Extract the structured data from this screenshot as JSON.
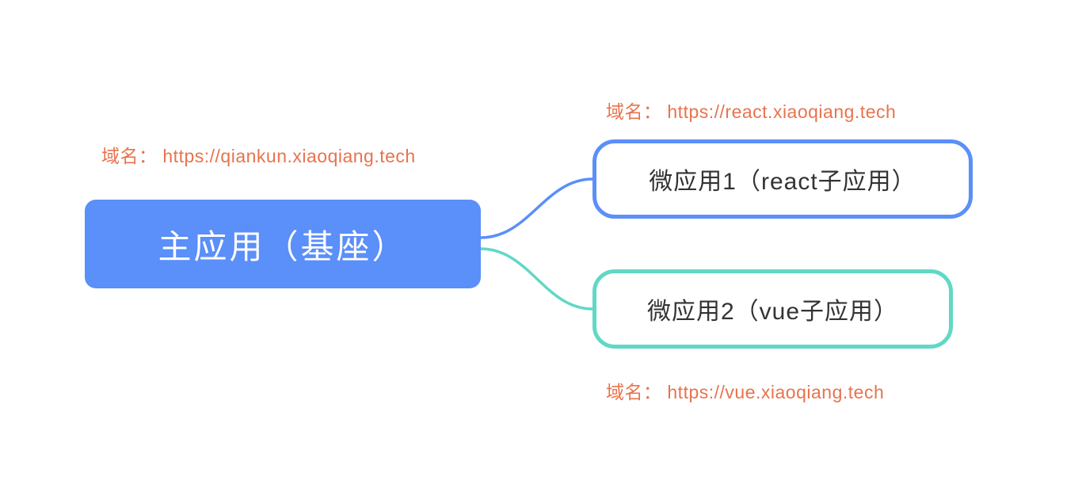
{
  "colors": {
    "root_fill": "#5B8FF9",
    "react_border": "#5B8FF9",
    "vue_border": "#61D8C5",
    "domain_text": "#E8734E",
    "node_text": "#333333",
    "root_text": "#FFFFFF",
    "background": "#FFFFFF"
  },
  "diagram": {
    "root": {
      "label": "主应用（基座）",
      "domain_text": "域名： https://qiankun.xiaoqiang.tech"
    },
    "children": [
      {
        "label": "微应用1（react子应用）",
        "domain_text": "域名： https://react.xiaoqiang.tech"
      },
      {
        "label": "微应用2（vue子应用）",
        "domain_text": "域名： https://vue.xiaoqiang.tech"
      }
    ]
  }
}
